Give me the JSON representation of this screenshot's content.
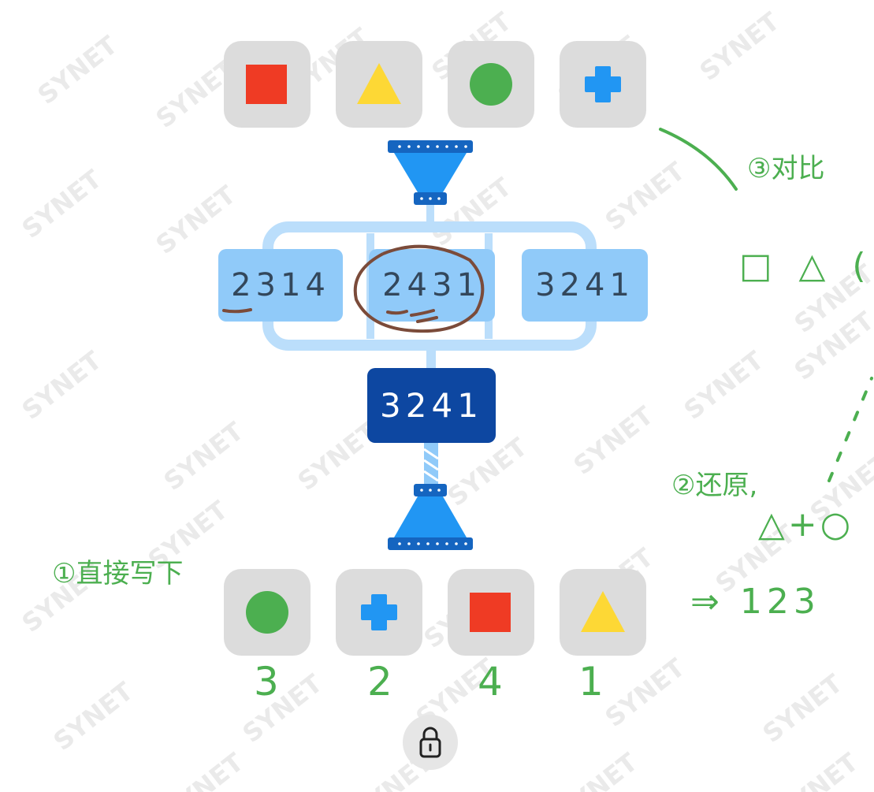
{
  "top_row": {
    "tiles": [
      {
        "shape": "square",
        "color": "#ef3b24"
      },
      {
        "shape": "triangle",
        "color": "#fdd835"
      },
      {
        "shape": "circle",
        "color": "#4caf50"
      },
      {
        "shape": "cross",
        "color": "#2196f3"
      }
    ]
  },
  "candidates": [
    "2314",
    "2431",
    "3241"
  ],
  "result": "3241",
  "bottom_row": {
    "tiles": [
      {
        "shape": "circle",
        "color": "#4caf50"
      },
      {
        "shape": "cross",
        "color": "#2196f3"
      },
      {
        "shape": "square",
        "color": "#ef3b24"
      },
      {
        "shape": "triangle",
        "color": "#fdd835"
      }
    ],
    "numbers": [
      "3",
      "2",
      "4",
      "1"
    ]
  },
  "lock_button": {
    "icon": "lock-icon"
  },
  "annotations": {
    "step1": "①直接写下",
    "step2": "②还原,",
    "step2_detail": "△+○",
    "step2_result": "⇒ 123",
    "step3": "③对比",
    "step3_shapes": "□ △ ("
  },
  "watermark": "SYNET",
  "colors": {
    "tile_bg": "#dcdcdc",
    "candidate_bg": "#90caf9",
    "result_bg": "#0d47a1",
    "connector": "#bbdefb",
    "funnel": "#2196f3",
    "funnel_bar": "#1565c0",
    "handwriting": "#4caf50",
    "pen_brown": "#7b4b3a"
  }
}
